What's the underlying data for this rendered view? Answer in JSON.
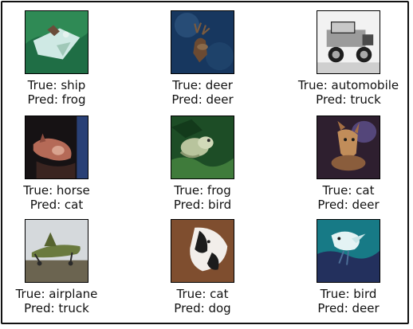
{
  "samples": [
    {
      "true": "True: ship",
      "pred": "Pred: frog",
      "subject": "ship",
      "palette": [
        "#2f8a55",
        "#cfe9e4",
        "#6b4d3a"
      ]
    },
    {
      "true": "True: deer",
      "pred": "Pred: deer",
      "subject": "deer",
      "palette": [
        "#17375f",
        "#3f6d95",
        "#6b4a32"
      ]
    },
    {
      "true": "True: automobile",
      "pred": "Pred: truck",
      "subject": "automobile",
      "palette": [
        "#f2f2f2",
        "#9b9b9b",
        "#1f1f1f"
      ]
    },
    {
      "true": "True: horse",
      "pred": "Pred: cat",
      "subject": "horse",
      "palette": [
        "#161214",
        "#b56a57",
        "#2e4c8f"
      ]
    },
    {
      "true": "True: frog",
      "pred": "Pred: bird",
      "subject": "frog",
      "palette": [
        "#1d4d26",
        "#b8c49d",
        "#3f7b3b"
      ]
    },
    {
      "true": "True: cat",
      "pred": "Pred: deer",
      "subject": "cat",
      "palette": [
        "#2e1f2f",
        "#c18d5a",
        "#5b4d87"
      ]
    },
    {
      "true": "True: airplane",
      "pred": "Pred: truck",
      "subject": "airplane",
      "palette": [
        "#d5d9dc",
        "#6a7a3e",
        "#2a2a2a"
      ]
    },
    {
      "true": "True: cat",
      "pred": "Pred: dog",
      "subject": "cat",
      "palette": [
        "#7f4e2f",
        "#f2eeea",
        "#1c1c1c"
      ]
    },
    {
      "true": "True: bird",
      "pred": "Pred: deer",
      "subject": "bird",
      "palette": [
        "#177a86",
        "#e4f3f4",
        "#23305d"
      ]
    }
  ]
}
